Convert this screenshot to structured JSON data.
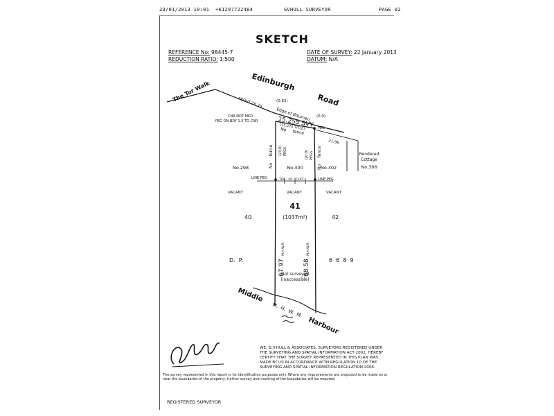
{
  "fax_header": {
    "datetime": "23/01/2013  10:01",
    "phone": "+61297722484",
    "sender": "GVHULL SURVEYOR",
    "page": "PAGE  02"
  },
  "document": {
    "title": "SKETCH",
    "reference_label": "REFERENCE No:",
    "reference_value": "98445-7",
    "reduction_label": "REDUCTION RATIO:",
    "reduction_value": "1:500",
    "date_label": "DATE OF SURVEY:",
    "date_value": "22 January 2013",
    "datum_label": "DATUM:",
    "datum_value": "N/A"
  },
  "plan": {
    "road_1": "Edinburgh",
    "road_2": "Road",
    "tor_walk": "The Tor Walk",
    "about_dist": "ABOUT 28.39",
    "edge_bitumen": "Edge of Bitumen",
    "offset_left": "(0.83)",
    "offset_right": "(0.9)",
    "cnr_note_1": "CNR NOT MKD",
    "cnr_note_2": "PEG ON BDY 1.5 TO CNR",
    "frontage": "15.255 SVY",
    "frontage_title": "(15.275 TITLE)",
    "peg": "PEG",
    "no_fence": "No     fence",
    "dist_right": "21.96",
    "fence_left": "No     fence",
    "fence_right": "No     fence",
    "pegs_left_1": "(23.0)",
    "pegs_left_2": "PEGS",
    "pegs_right_1": "(20.0)",
    "pegs_right_2": "PEGS",
    "rendered_1": "Rendered",
    "rendered_2": "Cottage",
    "no306": "No.306",
    "no298": "No.298",
    "no300": "No.300",
    "no302": "No.302",
    "line_peg_left": "LINE PEG",
    "line_peg_right": "LINE PEG",
    "traverse": "TOE   OF   CLIFF",
    "vacant_left": "VACANT",
    "vacant_mid": "VACANT",
    "vacant_right": "VACANT",
    "lot": "41",
    "area": "(1037m²)",
    "lot_left": "40",
    "lot_right": "42",
    "dist_left_side": "67.97",
    "dist_left_suffix": "M.H.W.M",
    "dist_right_side": "68.58",
    "dist_right_suffix": "M.H.W.M",
    "dp": "D.  P.",
    "dp_number": "6  6  8  9",
    "not_surveyed_1": "Not surveyed",
    "not_surveyed_2": "(inaccessible)",
    "mhwm": "M.  H.  W.  M.",
    "water_1": "Middle",
    "water_2": "Harbour"
  },
  "certification": "WE, G.V.HULL & ASSOCIATES, SURVEYORS REGISTERED UNDER THE SURVEYING AND SPATIAL INFORMATION ACT 2002, HEREBY CERTIFY THAT THE SURVEY REPRESENTED IN THIS PLAN WAS MADE BY US IN ACCORDANCE WITH REGULATION 10 OF THE SURVEYING AND SPATIAL INFORMATION REGULATION 2006.",
  "disclaimer": "The survey represented in this report is for identification purposes only. Where any improvements are proposed to be made on or near the boundaries of the property, further survey and marking of the boundaries will be required.",
  "registered_surveyor": "REGISTERED SURVEYOR"
}
